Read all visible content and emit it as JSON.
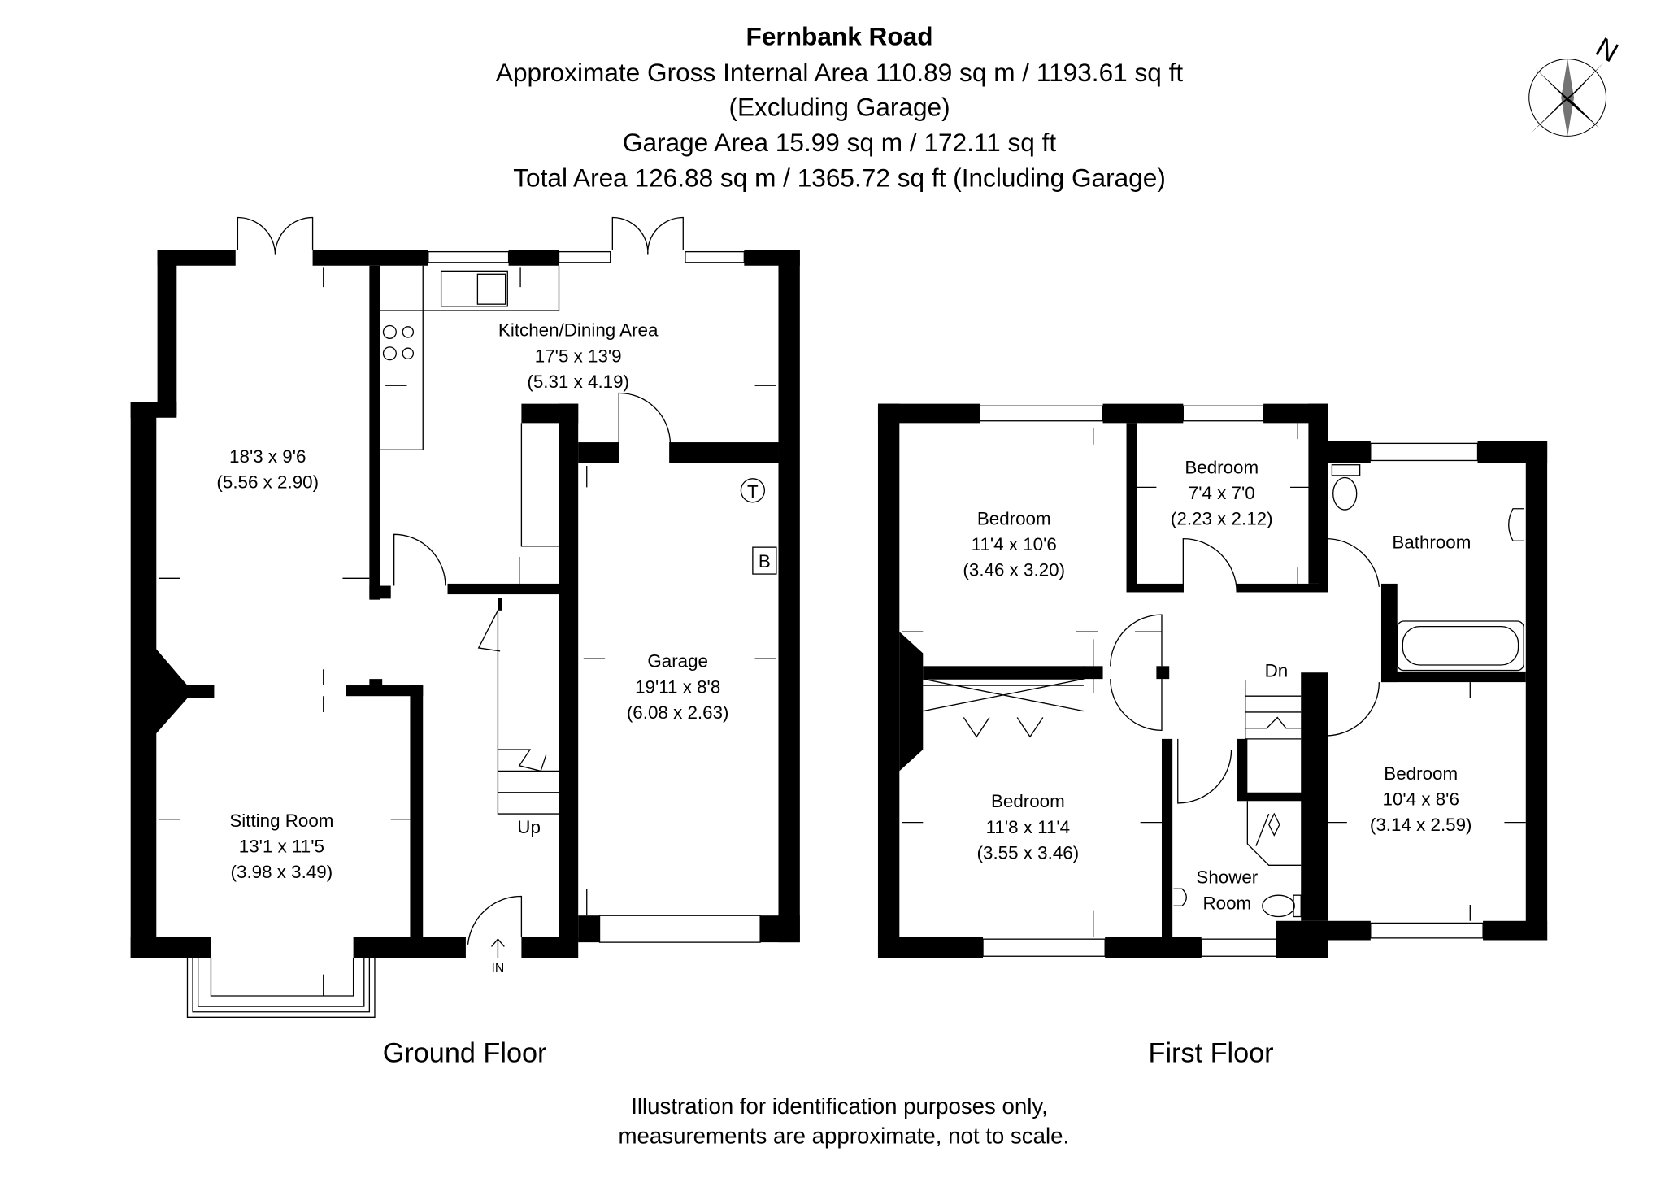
{
  "header": {
    "title": "Fernbank Road",
    "gross_area": "Approximate Gross Internal Area 110.89 sq m / 1193.61 sq ft",
    "gross_note": "(Excluding Garage)",
    "garage_area": "Garage Area 15.99 sq m / 172.11 sq ft",
    "total_area": "Total Area 126.88 sq m / 1365.72 sq ft (Including Garage)"
  },
  "compass": {
    "label": "N"
  },
  "ground_floor": {
    "label": "Ground Floor",
    "rooms": {
      "reception": {
        "dims": "18'3 x 9'6",
        "metric": "(5.56 x 2.90)"
      },
      "kitchen": {
        "name": "Kitchen/Dining Area",
        "dims": "17'5 x 13'9",
        "metric": "(5.31 x 4.19)"
      },
      "garage": {
        "name": "Garage",
        "dims": "19'11 x 8'8",
        "metric": "(6.08 x 2.63)"
      },
      "sitting": {
        "name": "Sitting Room",
        "dims": "13'1 x 11'5",
        "metric": "(3.98 x 3.49)"
      }
    },
    "stairs_label": "Up",
    "entrance_label": "IN",
    "symbols": {
      "thermostat": "T",
      "boiler": "B"
    }
  },
  "first_floor": {
    "label": "First Floor",
    "rooms": {
      "bedroom1": {
        "name": "Bedroom",
        "dims": "11'4 x 10'6",
        "metric": "(3.46 x 3.20)"
      },
      "bedroom2": {
        "name": "Bedroom",
        "dims": "7'4 x 7'0",
        "metric": "(2.23 x 2.12)"
      },
      "bathroom": {
        "name": "Bathroom"
      },
      "bedroom3": {
        "name": "Bedroom",
        "dims": "11'8 x 11'4",
        "metric": "(3.55 x 3.46)"
      },
      "bedroom4": {
        "name": "Bedroom",
        "dims": "10'4 x 8'6",
        "metric": "(3.14 x 2.59)"
      },
      "shower": {
        "name1": "Shower",
        "name2": "Room"
      }
    },
    "stairs_label": "Dn"
  },
  "footer": {
    "line1": "Illustration for identification purposes only,",
    "line2": "measurements are approximate, not to scale."
  }
}
